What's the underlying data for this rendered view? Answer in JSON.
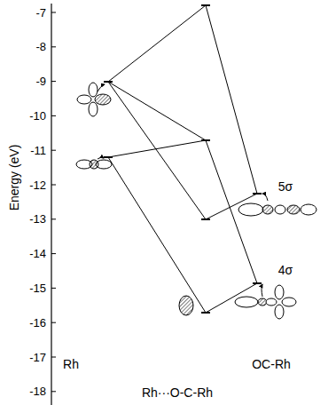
{
  "diagram": {
    "labels": [
      "-7",
      "-8",
      "-9",
      "-10",
      "-11",
      "-12",
      "-13",
      "-14",
      "-15",
      "-16",
      "-17",
      "-18",
      "Energy (eV)",
      "Rh",
      "5σ",
      "4σ",
      "OC-Rh",
      "Rh···O-C-Rh"
    ]
  }
}
